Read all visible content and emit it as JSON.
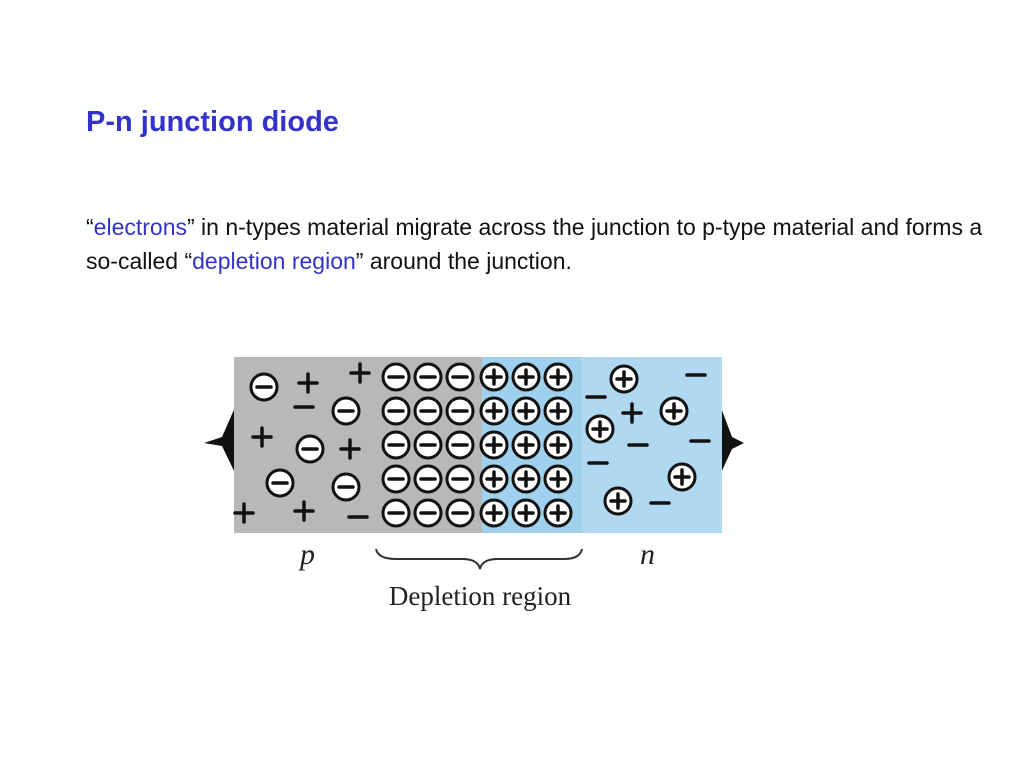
{
  "slide": {
    "title": "P-n junction diode",
    "body": {
      "q1_open": "“",
      "highlight1": "electrons",
      "q1_close": "”",
      "text1": " in n-types material migrate across the junction to p-type material and forms a so-called ",
      "q2_open": "“",
      "highlight2": "depletion region",
      "q2_close": "”",
      "text2": " around the junction."
    }
  },
  "diagram": {
    "p_label": "p",
    "n_label": "n",
    "depletion_label": "Depletion region",
    "colors": {
      "p_region": "#b8b8b8",
      "n_region": "#b0d8f0",
      "depletion_n_side": "#9fd0ee",
      "highlight": "#3333cc"
    }
  }
}
